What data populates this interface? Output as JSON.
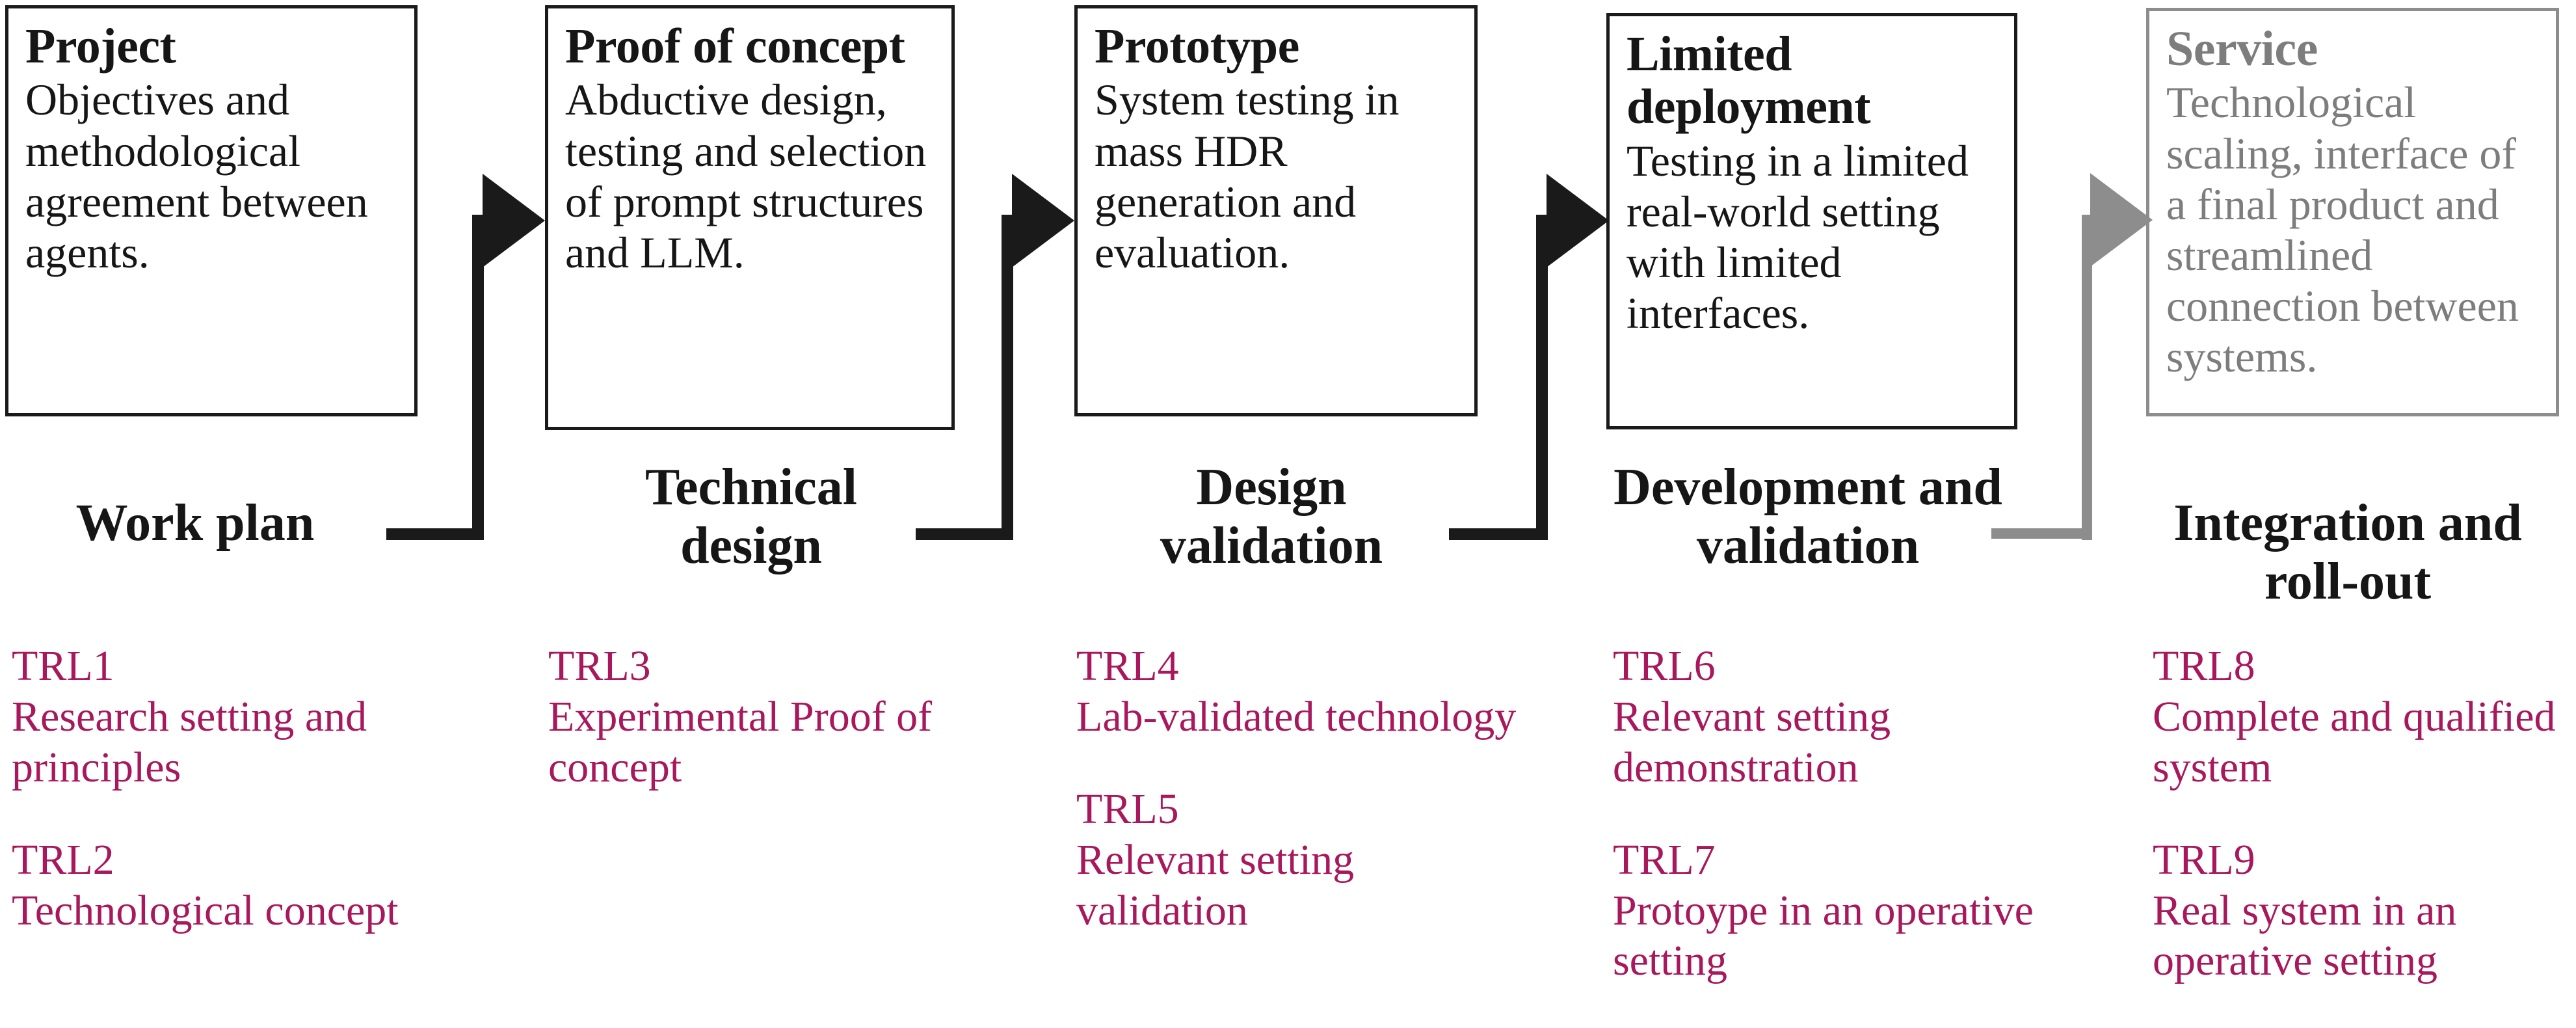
{
  "theme": {
    "ink": "#161616",
    "muted": "#7d7d7d",
    "muted_line": "#8d8d8d",
    "trl_accent": "#a8185c",
    "background": "#ffffff"
  },
  "stages": [
    {
      "title": "Project",
      "description": "Objectives and methodological agreement between agents.",
      "muted": false
    },
    {
      "title": "Proof of concept",
      "description": "Abductive design, testing and selection of prompt structures and LLM.",
      "muted": false
    },
    {
      "title": "Prototype",
      "description": "System testing in mass HDR generation and evaluation.",
      "muted": false
    },
    {
      "title": "Limited deployment",
      "description": "Testing in a limited real-world setting with limited interfaces.",
      "muted": false
    },
    {
      "title": "Service",
      "description": "Technological scaling, interface of a final product and streamlined connection between systems.",
      "muted": true
    }
  ],
  "milestones": [
    {
      "label": "Work plan",
      "muted": false
    },
    {
      "label": "Technical design",
      "muted": false
    },
    {
      "label": "Design validation",
      "muted": false
    },
    {
      "label": "Development and validation",
      "muted": false
    },
    {
      "label": "Integration and roll-out",
      "muted": false
    }
  ],
  "connectors": [
    {
      "name": "work-plan-arrow",
      "muted": false
    },
    {
      "name": "technical-design-arrow",
      "muted": false
    },
    {
      "name": "design-validation-arrow",
      "muted": false
    },
    {
      "name": "development-validation-arrow",
      "muted": true
    }
  ],
  "trl_columns": [
    {
      "items": [
        {
          "code": "TRL1",
          "text": "Research setting and principles"
        },
        {
          "code": "TRL2",
          "text": "Technological concept"
        }
      ]
    },
    {
      "items": [
        {
          "code": "TRL3",
          "text": "Experimental Proof of concept"
        }
      ]
    },
    {
      "items": [
        {
          "code": "TRL4",
          "text": "Lab-validated technology"
        },
        {
          "code": "TRL5",
          "text": "Relevant setting validation"
        }
      ]
    },
    {
      "items": [
        {
          "code": "TRL6",
          "text": "Relevant setting demonstration"
        },
        {
          "code": "TRL7",
          "text": "Protoype in an operative setting"
        }
      ]
    },
    {
      "items": [
        {
          "code": "TRL8",
          "text": "Complete and qualified system"
        },
        {
          "code": "TRL9",
          "text": "Real system in an operative setting"
        }
      ]
    }
  ]
}
